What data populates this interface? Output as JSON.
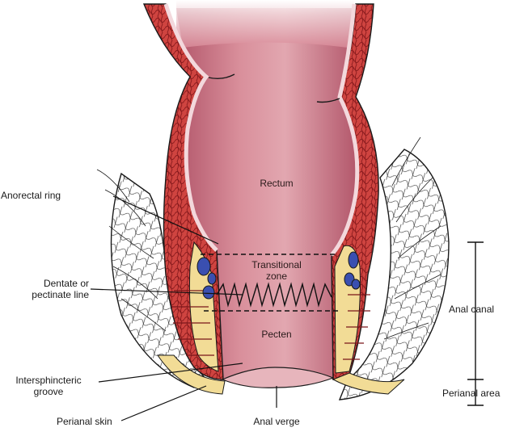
{
  "diagram": {
    "labels": {
      "rectum": "Rectum",
      "transitional_zone_1": "Transitional",
      "transitional_zone_2": "zone",
      "pecten": "Pecten",
      "anorectal_ring": "Anorectal ring",
      "dentate_1": "Dentate or",
      "dentate_2": "pectinate line",
      "intersphincteric_1": "Intersphincteric",
      "intersphincteric_2": "groove",
      "perianal_skin": "Perianal skin",
      "anal_verge": "Anal verge",
      "anal_canal": "Anal canal",
      "perianal_area": "Perianal area"
    },
    "colors": {
      "lumen": "#c9707e",
      "lumen_light": "#e4b3ba",
      "muscle": "#c83a38",
      "muscle_dark": "#8e1f22",
      "fat": "#f2dc96",
      "vein": "#3a4fb0",
      "outline": "#1a1a1a"
    }
  }
}
